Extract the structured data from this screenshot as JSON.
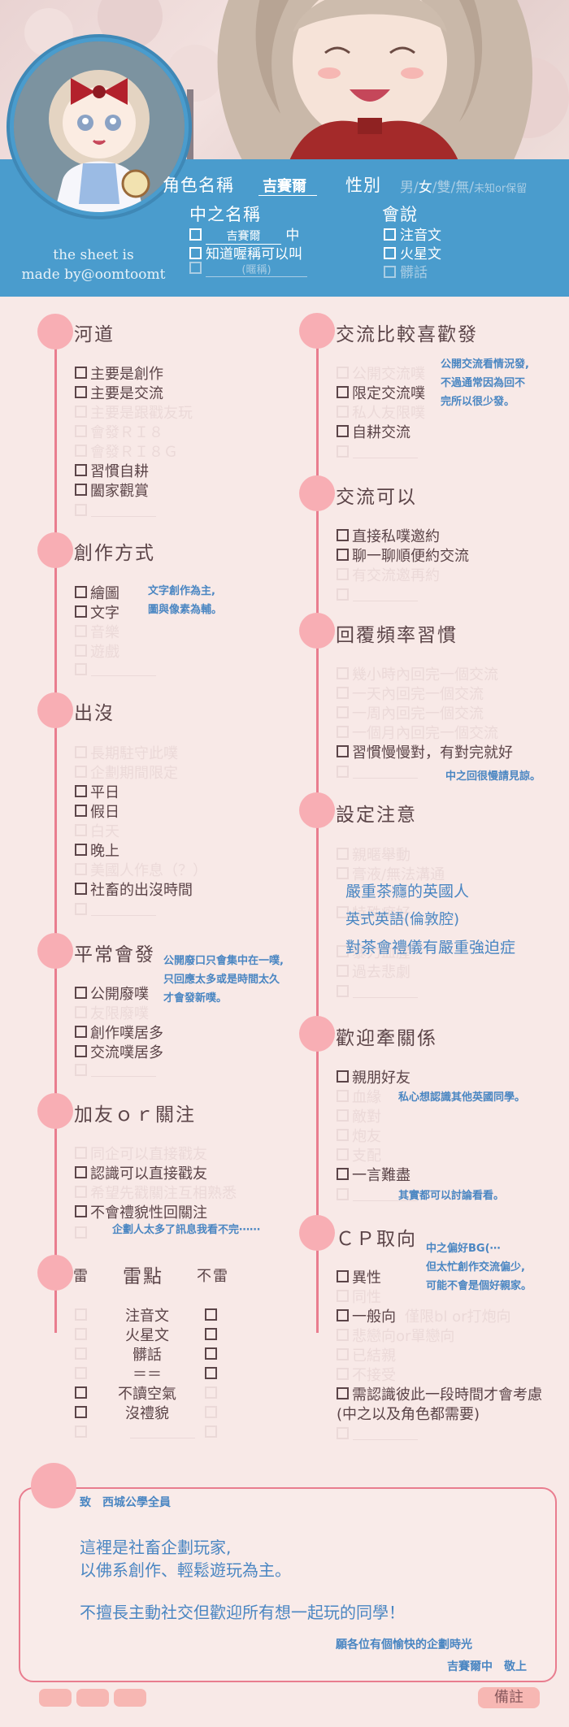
{
  "header": {
    "name_label": "角色名稱",
    "name_value": "吉賽爾",
    "gender_label": "性別",
    "gender_options": [
      "男",
      "女",
      "雙",
      "無",
      "未知or保留"
    ],
    "gender_sep": "/",
    "nick_label": "中之名稱",
    "nick_value": "吉賽爾",
    "nick_suffix": "中",
    "nick_option2": "知道喔稱可以叫",
    "nick_option3": "(暱稱)",
    "lang_label": "會說",
    "lang_options": [
      "注音文",
      "火星文",
      "髒話"
    ],
    "credit_line1": "the sheet is",
    "credit_line2": "made by@oomtoomt"
  },
  "left": {
    "s1": {
      "title": "河道",
      "items": [
        "主要是創作",
        "主要是交流",
        "主要是跟戳友玩",
        "會發ＲＩ８",
        "會發ＲＩ８Ｇ",
        "習慣自耕",
        "闔家觀賞"
      ]
    },
    "s2": {
      "title": "創作方式",
      "items": [
        "繪圖",
        "文字",
        "音樂",
        "遊戲"
      ],
      "note": [
        "文字創作為主,",
        "圖與像素為輔。"
      ]
    },
    "s3": {
      "title": "出沒",
      "items": [
        "長期駐守此噗",
        "企劃期間限定",
        "平日",
        "假日",
        "白天",
        "晚上",
        "美國人作息（？）",
        "社畜的出沒時間"
      ]
    },
    "s4": {
      "title": "平常會發",
      "items": [
        "公開廢噗",
        "友限廢噗",
        "創作噗居多",
        "交流噗居多"
      ],
      "note": [
        "公開廢口只會集中在一噗,",
        "只回應太多或是時間太久",
        "才會發新噗。"
      ]
    },
    "s5": {
      "title": "加友ｏｒ關注",
      "items": [
        "同企可以直接戳友",
        "認識可以直接戳友",
        "希望先戳關注互相熟悉",
        "不會禮貌性回關注"
      ],
      "note": "企劃人太多了訊息我看不完⋯⋯"
    },
    "s6": {
      "title": "雷點",
      "left_label": "雷",
      "right_label": "不雷",
      "items": [
        "注音文",
        "火星文",
        "髒話",
        "＝＝",
        "不讀空氣",
        "沒禮貌"
      ]
    }
  },
  "right": {
    "s1": {
      "title": "交流比較喜歡發",
      "items": [
        "公開交流噗",
        "限定交流噗",
        "私人友限噗",
        "自耕交流"
      ],
      "note": [
        "公開交流看情況發,",
        "不過通常因為回不",
        "完所以很少發。"
      ]
    },
    "s2": {
      "title": "交流可以",
      "items": [
        "直接私噗邀約",
        "聊一聊順便約交流",
        "有交流邀再約"
      ]
    },
    "s3": {
      "title": "回覆頻率習慣",
      "items": [
        "幾小時內回完一個交流",
        "一天內回完一個交流",
        "一周內回完一個交流",
        "一個月內回完一個交流",
        "習慣慢慢對，有對完就好"
      ],
      "note": "中之回很慢請見諒。"
    },
    "s4": {
      "title": "設定注意",
      "items": [
        "親暱舉動",
        "膏液/無法溝通",
        "特殊癖好",
        "暴力血腥",
        "過去悲劇"
      ],
      "notes": [
        "嚴重茶癮的英國人",
        "英式英語(倫敦腔)",
        "對茶會禮儀有嚴重強迫症"
      ]
    },
    "s5": {
      "title": "歡迎牽關係",
      "items": [
        "親朋好友",
        "血緣",
        "敵對",
        "炮友",
        "支配",
        "一言難盡"
      ],
      "note1": "私心想認識其他英國同學。",
      "note2": "其實都可以討論看看。"
    },
    "s6": {
      "title": "ＣＰ取向",
      "items": [
        "異性",
        "同性",
        "一般向",
        "僅限bl or打炮向",
        "悲戀向or單戀向",
        "已結親",
        "不接受",
        "需認識彼此一段時間才會考慮",
        "(中之以及角色都需要)"
      ],
      "note": [
        "中之偏好BG(⋯",
        "但太忙創作交流偏少,",
        "可能不會是個好親家。"
      ]
    }
  },
  "card": {
    "to": "致　西城公學全員",
    "line1": "這裡是社畜企劃玩家,",
    "line2": "以佛系創作、輕鬆遊玩為主。",
    "line3": "不擅長主動社交但歡迎所有想一起玩的同學！",
    "sign1": "願各位有個愉快的企劃時光",
    "sign2": "吉賽爾中　敬上"
  },
  "footer": {
    "remark": "備註"
  },
  "colors": {
    "accent": "#4a9ccd",
    "pink": "#e97d8f",
    "note": "#4a86c2"
  }
}
